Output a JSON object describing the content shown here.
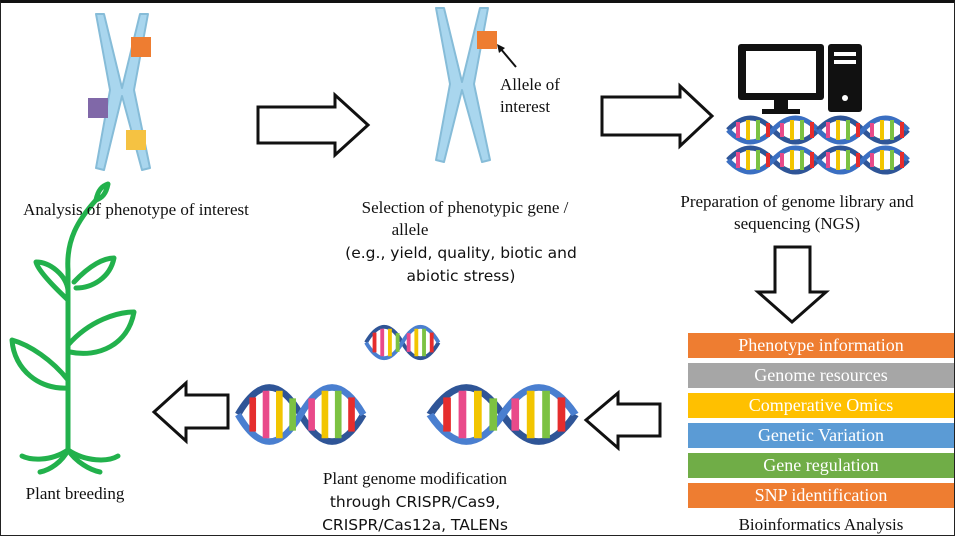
{
  "steps": {
    "phenotype": {
      "label": "Analysis of phenotype of interest"
    },
    "selection": {
      "label_line1": "Selection of phenotypic gene /",
      "label_line2": "allele",
      "examples": "(e.g., yield, quality, biotic and abiotic stress)",
      "callout": "Allele of interest"
    },
    "sequencing": {
      "label": "Preparation of genome library and sequencing (NGS)"
    },
    "bioinformatics": {
      "title": "Bioinformatics Analysis",
      "items": [
        {
          "label": "Phenotype information",
          "color": "#ee7d31"
        },
        {
          "label": "Genome resources",
          "color": "#a6a6a6"
        },
        {
          "label": "Comperative Omics",
          "color": "#ffc000"
        },
        {
          "label": "Genetic Variation",
          "color": "#5b9bd5"
        },
        {
          "label": "Gene regulation",
          "color": "#70ad47"
        },
        {
          "label": "SNP identification",
          "color": "#ee7d31"
        }
      ]
    },
    "modification": {
      "label": "Plant genome modification",
      "methods_line1": "through CRISPR/Cas9,",
      "methods_line2": "CRISPR/Cas12a, TALENs"
    },
    "breeding": {
      "label": "Plant breeding"
    }
  },
  "colors": {
    "chromosome": "#a9d6ee",
    "chromosome_outline": "#86bcd8",
    "band_orange": "#ee7d31",
    "band_purple": "#8068a8",
    "band_yellow": "#f5c242",
    "dna_blue": "#2f5597",
    "plant_green": "#22b14c"
  },
  "icons": [
    "chromosome-icon",
    "computer-icon",
    "dna-icon",
    "plant-icon",
    "arrow-right-icon",
    "arrow-down-icon",
    "arrow-left-icon"
  ]
}
